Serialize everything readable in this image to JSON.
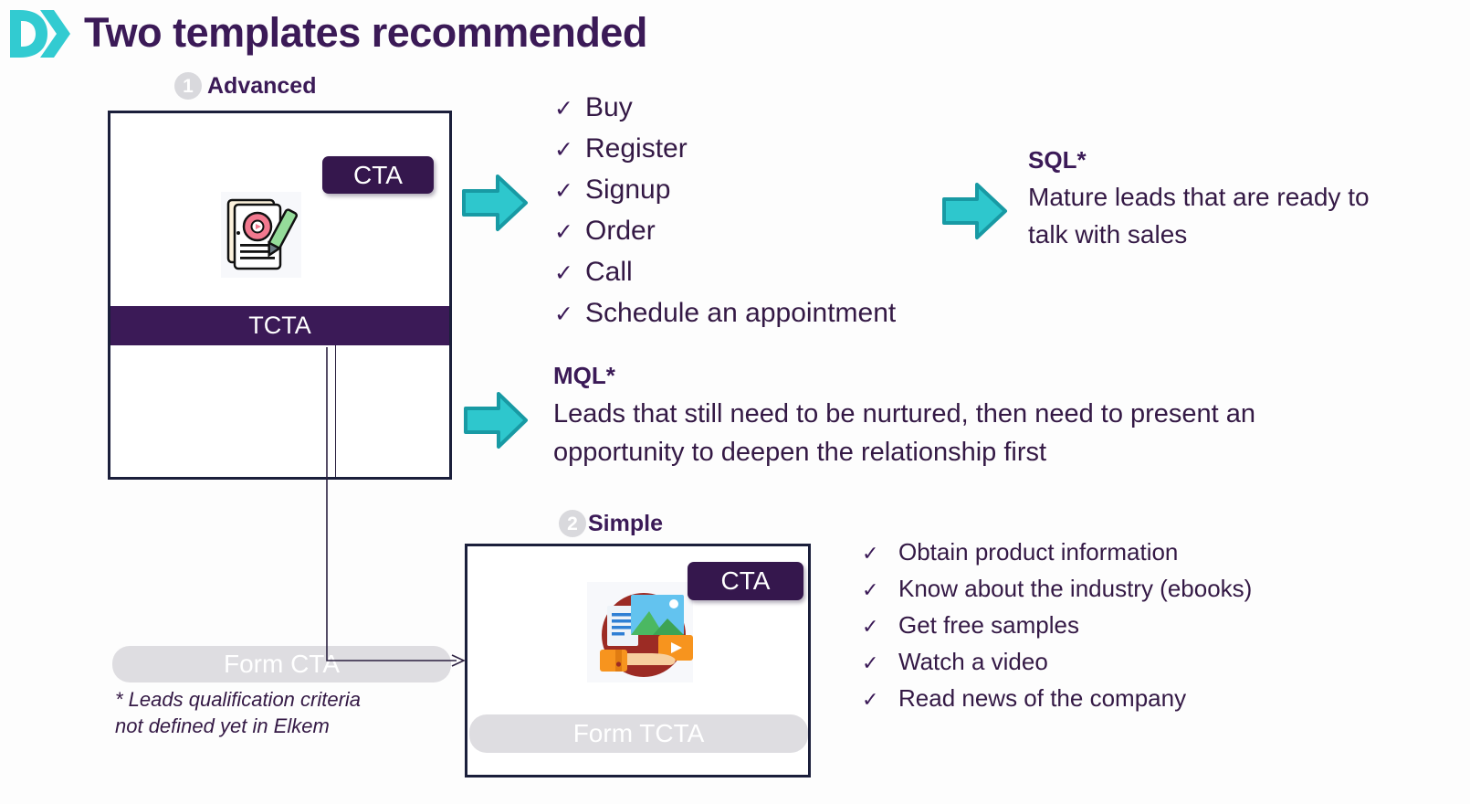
{
  "header": {
    "title": "Two templates recommended",
    "logo_icon": "elkem-x-logo-icon"
  },
  "colors": {
    "brand_purple": "#3b1a57",
    "deep_navy": "#1b1f3b",
    "teal": "#2ec7cd",
    "teal_dark": "#179ba5",
    "pill_gray": "#dedde1",
    "badge_gray": "#d9d9dd"
  },
  "templates": [
    {
      "step_number": "1",
      "step_label": "Advanced",
      "cta_label": "CTA",
      "band_label": "TCTA",
      "form_label": "Form CTA",
      "hero_icon": "documents-video-pencil-icon"
    },
    {
      "step_number": "2",
      "step_label": "Simple",
      "cta_label": "CTA",
      "form_label": "Form TCTA",
      "hero_icon": "hand-holding-content-icon"
    }
  ],
  "bullets_advanced": {
    "check_glyph": "✓",
    "items": [
      "Buy",
      "Register",
      "Signup",
      "Order",
      "Call",
      "Schedule an appointment"
    ]
  },
  "bullets_simple": {
    "check_glyph": "✓",
    "items": [
      "Obtain  product information",
      "Know about the industry (ebooks)",
      "Get free samples",
      "Watch a video",
      "Read news of the company"
    ]
  },
  "lead_sql": {
    "title": "SQL*",
    "description": "Mature leads that are ready to talk with sales"
  },
  "lead_mql": {
    "title": "MQL*",
    "description": "Leads that still need to be nurtured, then need to present an opportunity to deepen the relationship first"
  },
  "footnote": "* Leads qualification criteria\nnot defined yet in Elkem"
}
